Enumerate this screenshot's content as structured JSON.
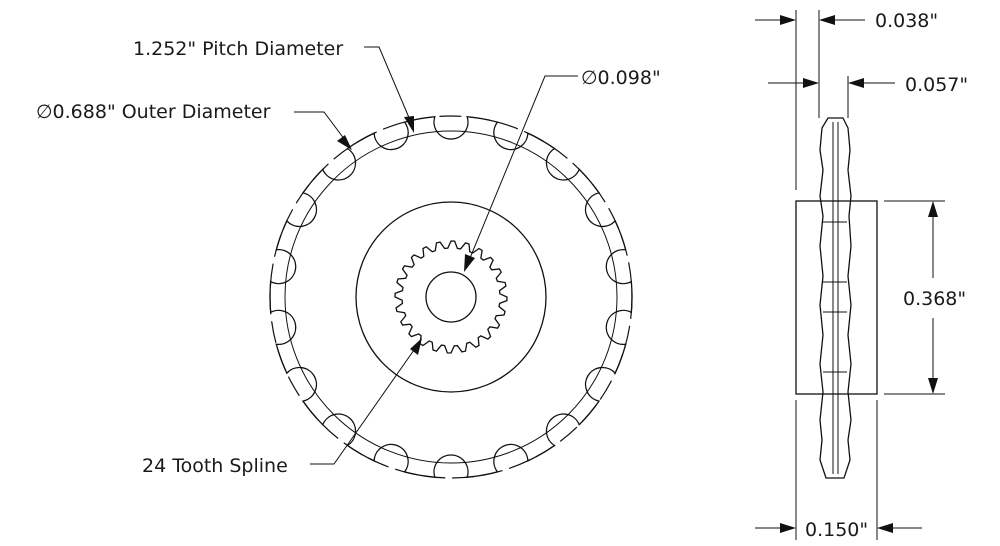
{
  "front_view": {
    "pitch_diameter_label": "1.252\" Pitch Diameter",
    "outer_diameter_label": "∅0.688\" Outer Diameter",
    "bore_label": "∅0.098\"",
    "spline_label": "24 Tooth Spline",
    "sprocket_teeth": 18,
    "spline_teeth": 24
  },
  "side_view": {
    "top_dim_1": "0.038\"",
    "top_dim_2": "0.057\"",
    "height_dim": "0.368\"",
    "width_dim": "0.150\""
  }
}
